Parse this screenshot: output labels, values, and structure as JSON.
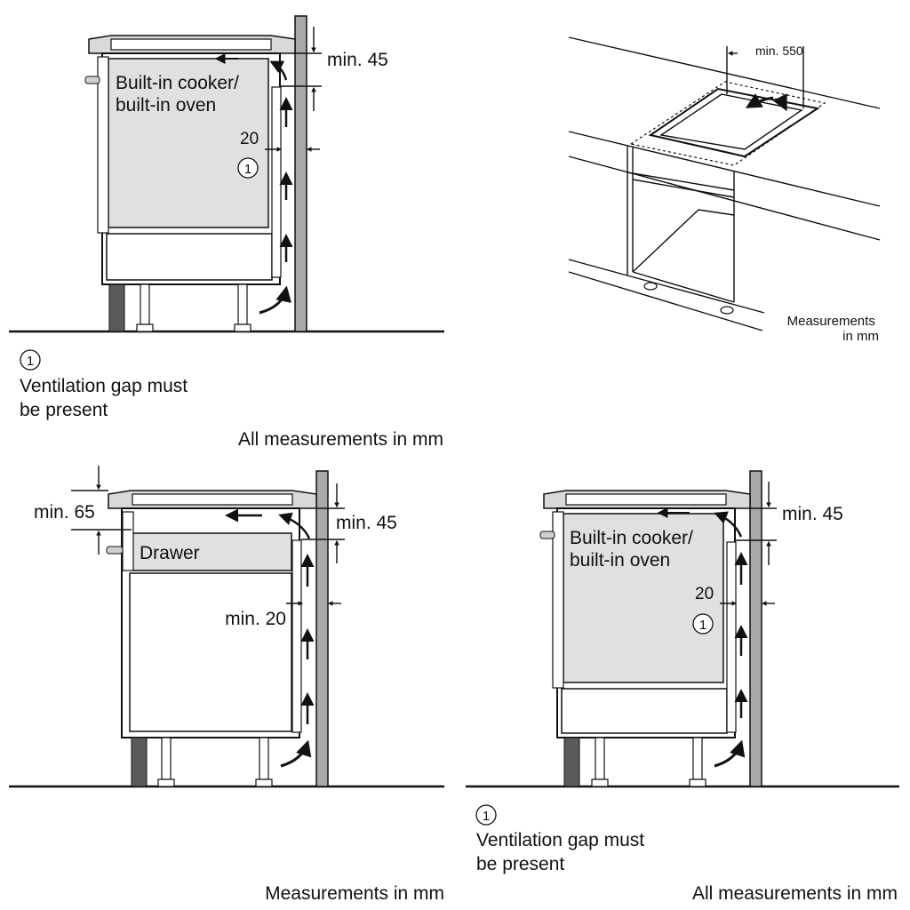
{
  "colors": {
    "appliance": "#e0e0e0",
    "wall": "#a9a9a9",
    "dark_plinth": "#5a5a5a",
    "line": "#111111"
  },
  "panel_top_left": {
    "title": "Built-in cooker/\nbuilt-in oven",
    "min_45": "min. 45",
    "gap_20": "20",
    "note_marker": "1",
    "legend_text": "Ventilation gap must\nbe present",
    "footer": "All measurements in mm"
  },
  "panel_top_right": {
    "min_550": "min. 550",
    "footer": "Measurements\nin mm"
  },
  "panel_bottom_left": {
    "min_65": "min. 65",
    "min_45": "min. 45",
    "drawer_label": "Drawer",
    "min_20": "min. 20",
    "footer": "Measurements in mm"
  },
  "panel_bottom_right": {
    "title": "Built-in cooker/\nbuilt-in oven",
    "min_45": "min. 45",
    "gap_20": "20",
    "note_marker": "1",
    "legend_text": "Ventilation gap must\nbe present",
    "footer": "All measurements in mm"
  }
}
